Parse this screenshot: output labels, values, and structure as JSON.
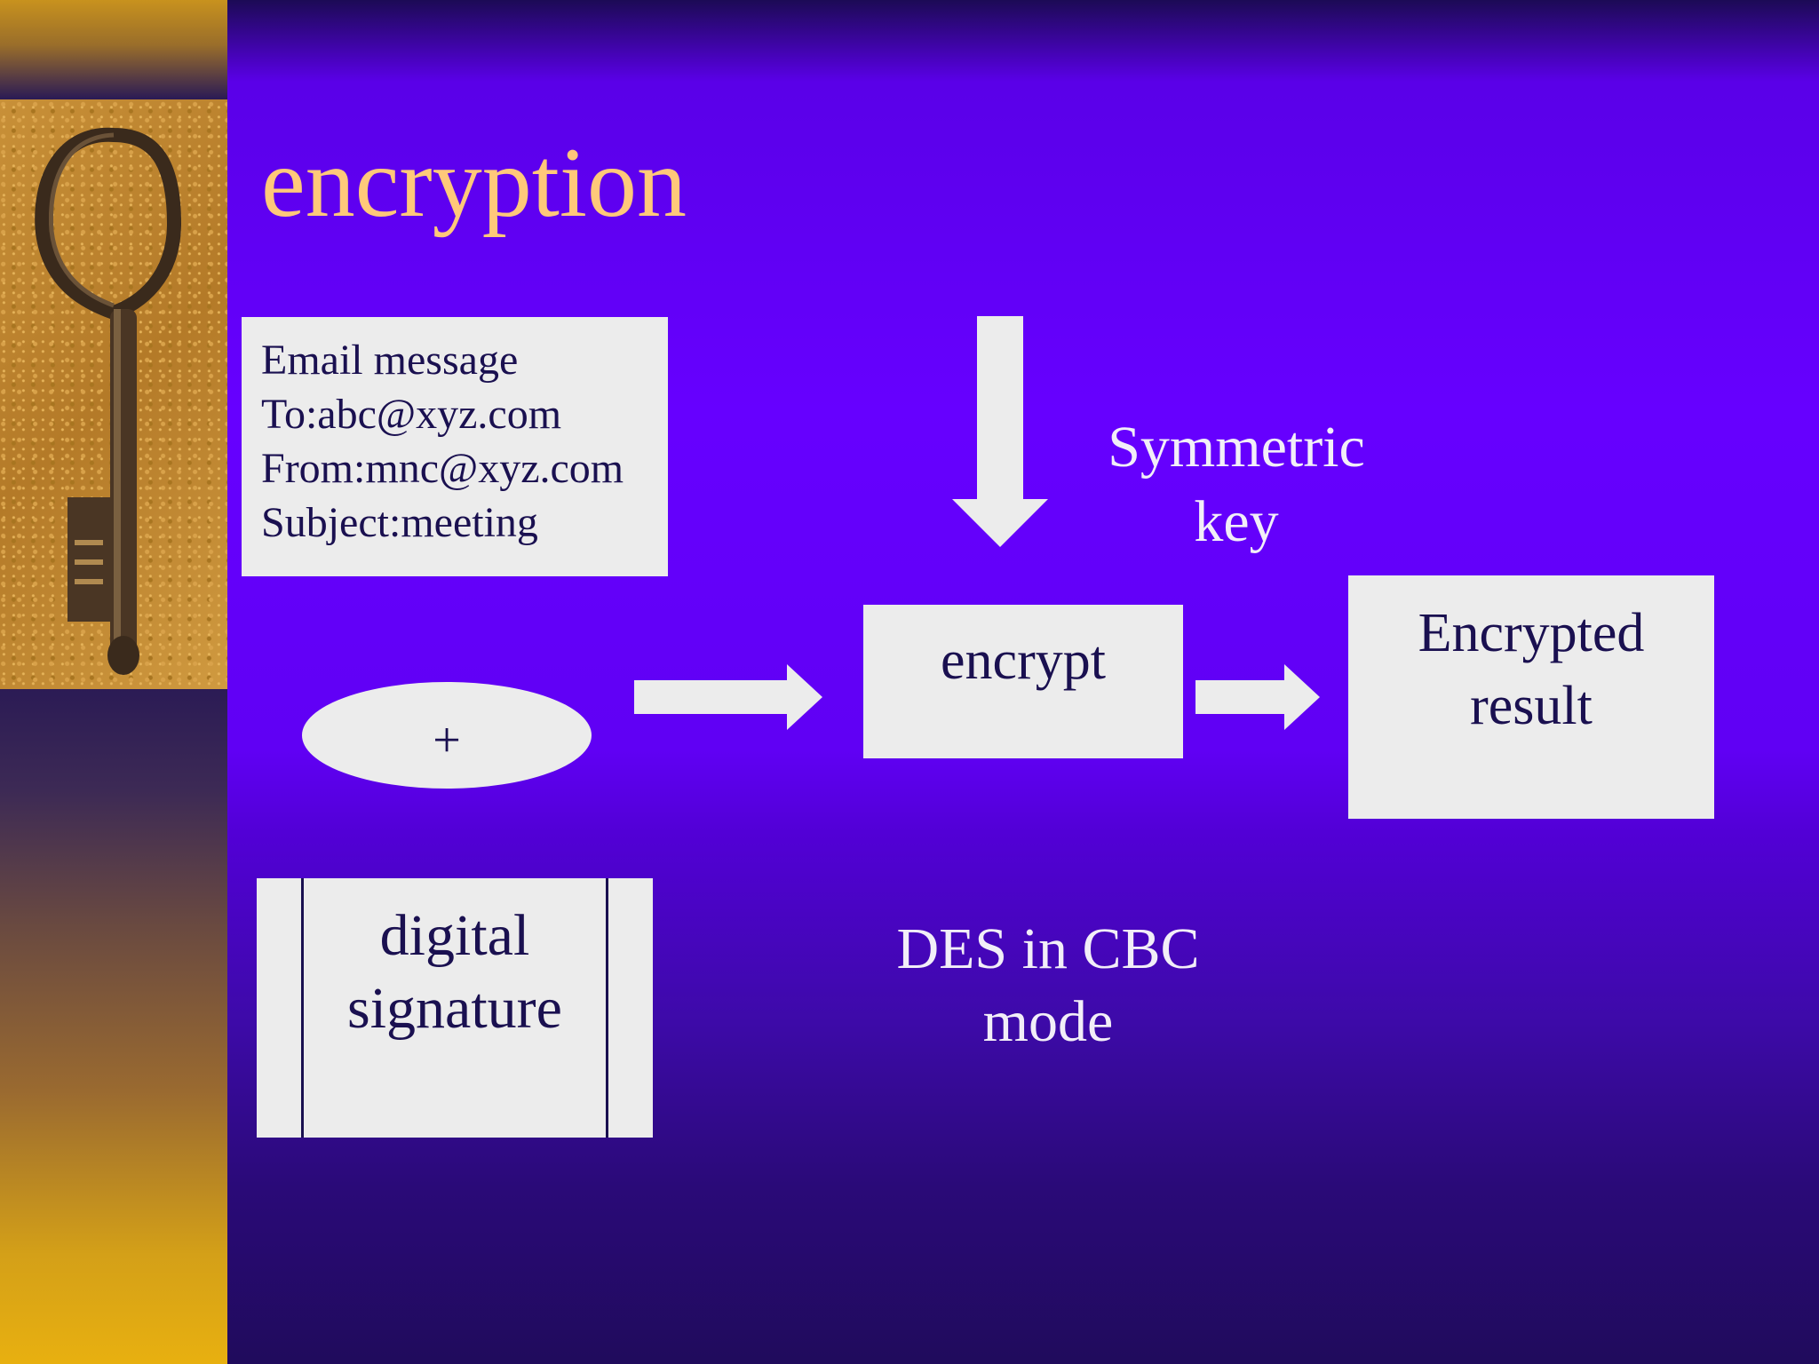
{
  "slide": {
    "title": "encryption",
    "email_box": {
      "lines": [
        "Email message",
        "To:abc@xyz.com",
        "From:mnc@xyz.com",
        "Subject:meeting"
      ]
    },
    "oval": {
      "label": "+"
    },
    "encrypt_box": {
      "label": "encrypt"
    },
    "symmetric_key": {
      "lines": [
        "Symmetric",
        "key"
      ]
    },
    "result_box": {
      "lines": [
        "Encrypted",
        "result"
      ]
    },
    "signature_box": {
      "lines": [
        "digital",
        "signature"
      ]
    },
    "cipher_note": {
      "lines": [
        "DES in CBC",
        "mode"
      ]
    }
  },
  "colors": {
    "title": "#ffc87a",
    "box_fill": "#ececec",
    "box_text": "#1a1050",
    "note_text": "#f2eef8",
    "background_top": "#6600ff",
    "background_bottom": "#200b5c"
  },
  "icons": {
    "left_photo": "key-icon"
  }
}
